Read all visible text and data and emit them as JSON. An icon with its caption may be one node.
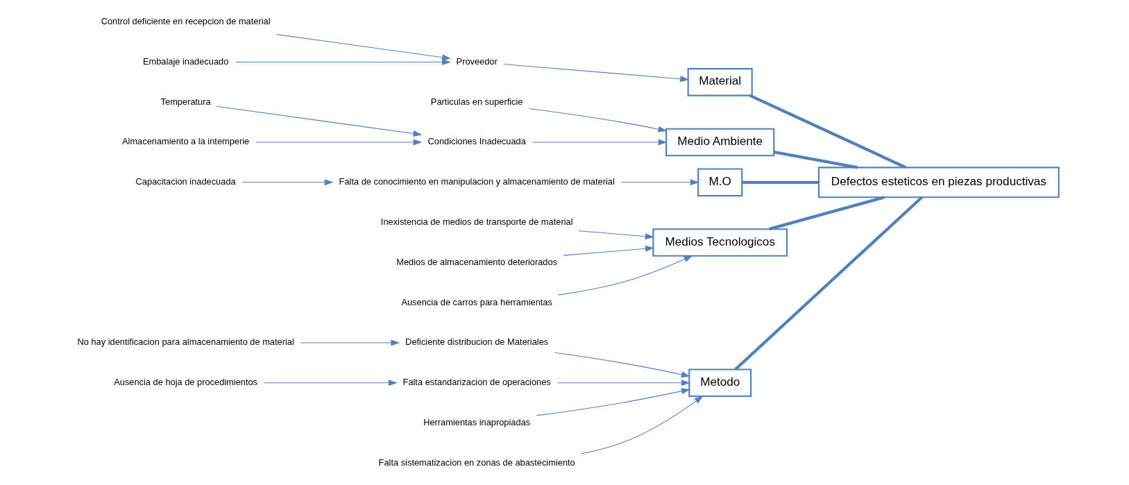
{
  "diagram": {
    "nodes": [
      {
        "text": [
          "Metodo"
        ]
      },
      {
        "text": [
          "Material"
        ]
      },
      {
        "text": [
          "No hay identificacion para almacenamiento de material"
        ]
      },
      {
        "text": [
          "Ausencia de hoja de procedimientos"
        ]
      },
      {
        "text": [
          "Deficiente distribucion de Materiales"
        ]
      },
      {
        "text": [
          "Falta estandarizacion de operaciones"
        ]
      },
      {
        "text": [
          "Control deficiente en recepcion de material"
        ]
      },
      {
        "text": [
          "Proveedor"
        ]
      },
      {
        "text": [
          "Embalaje inadecuado"
        ]
      },
      {
        "text": [
          "Herramientas inapropiadas"
        ]
      },
      {
        "text": [
          "Falta sistematizacion en zonas de abastecimiento"
        ]
      },
      {
        "text": [
          "Defectos esteticos en piezas productivas"
        ]
      },
      {
        "text": [
          "Temperatura"
        ]
      },
      {
        "text": [
          "Particulas en superficie"
        ]
      },
      {
        "text": [
          "Inexistencia de medios de transporte de material"
        ]
      },
      {
        "text": [
          "Condiciones Inadecuada"
        ]
      },
      {
        "text": [
          "Capacitacion inadecuada"
        ]
      },
      {
        "text": [
          "Medios de almacenamiento deteriorados"
        ]
      },
      {
        "text": [
          "Falta de conocimiento en manipulacion y almacenamiento de material"
        ]
      },
      {
        "text": [
          "Almacenamiento a la intemperie"
        ]
      },
      {
        "text": [
          "Ausencia de carros para herramientas"
        ]
      },
      {
        "text": [
          "Medio Ambiente"
        ]
      },
      {
        "text": [
          "M.O"
        ]
      },
      {
        "text": [
          "Medios Tecnologicos"
        ]
      }
    ],
    "edges": [
      {
        "from": 0,
        "to": 11,
        "arrow": "none",
        "style": "thick"
      },
      {
        "from": 1,
        "to": 11,
        "arrow": "none",
        "style": "thick"
      },
      {
        "from": 21,
        "to": 11,
        "arrow": "none",
        "style": "thick"
      },
      {
        "from": 22,
        "to": 11,
        "arrow": "none",
        "style": "thick"
      },
      {
        "from": 23,
        "to": 11,
        "arrow": "none",
        "style": "thick"
      },
      {
        "from": 4,
        "to": 0,
        "arrow": "to"
      },
      {
        "from": 5,
        "to": 0,
        "arrow": "to"
      },
      {
        "from": 9,
        "to": 0,
        "arrow": "to"
      },
      {
        "from": 10,
        "to": 0,
        "arrow": "to"
      },
      {
        "from": 7,
        "to": 1,
        "arrow": "to"
      },
      {
        "from": 13,
        "to": 21,
        "arrow": "to"
      },
      {
        "from": 15,
        "to": 21,
        "arrow": "to"
      },
      {
        "from": 18,
        "to": 22,
        "arrow": "to"
      },
      {
        "from": 14,
        "to": 23,
        "arrow": "to"
      },
      {
        "from": 17,
        "to": 23,
        "arrow": "to"
      },
      {
        "from": 20,
        "to": 23,
        "arrow": "to"
      },
      {
        "from": 2,
        "to": 4,
        "arrow": "to"
      },
      {
        "from": 3,
        "to": 5,
        "arrow": "to"
      },
      {
        "from": 6,
        "to": 7,
        "arrow": "to"
      },
      {
        "from": 8,
        "to": 7,
        "arrow": "to"
      },
      {
        "from": 16,
        "to": 18,
        "arrow": "to"
      },
      {
        "from": 12,
        "to": 15,
        "arrow": "to"
      },
      {
        "from": 19,
        "to": 15,
        "arrow": "to"
      }
    ]
  }
}
